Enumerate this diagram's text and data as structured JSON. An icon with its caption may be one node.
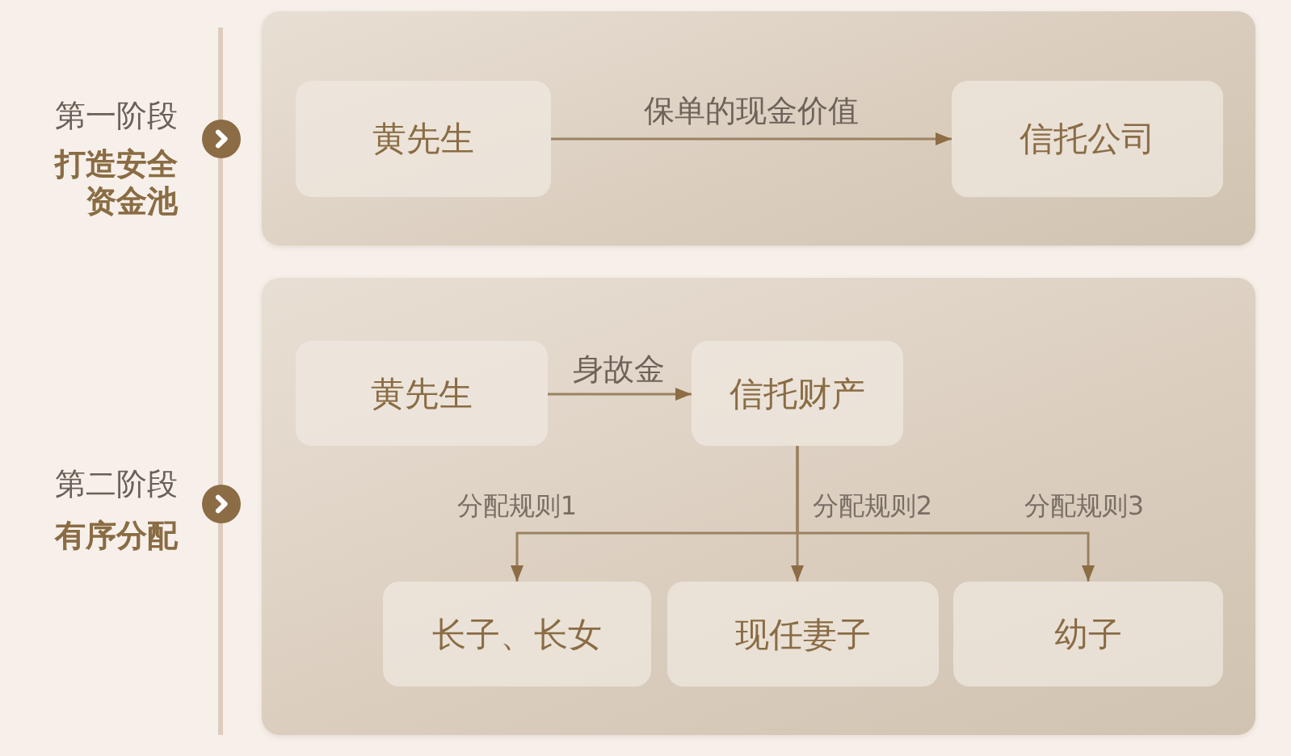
{
  "diagram": {
    "nodes": [
      {
        "text": [],
        "shape": "box",
        "beside": [
          "第一阶段",
          "打造安全资金池"
        ]
      },
      {
        "text": [
          "黄先生"
        ],
        "in": 0
      },
      {
        "text": [
          "信托公司"
        ],
        "in": 0
      },
      {
        "text": [],
        "shape": "box",
        "beside": [
          "第二阶段",
          "有序分配"
        ]
      },
      {
        "text": [
          "黄先生"
        ],
        "in": 3
      },
      {
        "text": [
          "信托财产"
        ],
        "in": 3
      },
      {
        "text": [
          "长子、长女"
        ],
        "in": 3
      },
      {
        "text": [
          "现任妻子"
        ],
        "in": 3
      },
      {
        "text": [
          "幼子"
        ],
        "in": 3
      }
    ],
    "edges": [
      {
        "from": 1,
        "to": 2,
        "arrow": "to",
        "label": "保单的现金价值"
      },
      {
        "from": 4,
        "to": 5,
        "arrow": "to",
        "label": "身故金"
      },
      {
        "from": 5,
        "to": 6,
        "arrow": "to",
        "label": "分配规则1"
      },
      {
        "from": 5,
        "to": 7,
        "arrow": "to",
        "label": "分配规则2"
      },
      {
        "from": 5,
        "to": 8,
        "arrow": "to",
        "label": "分配规则3"
      }
    ]
  }
}
